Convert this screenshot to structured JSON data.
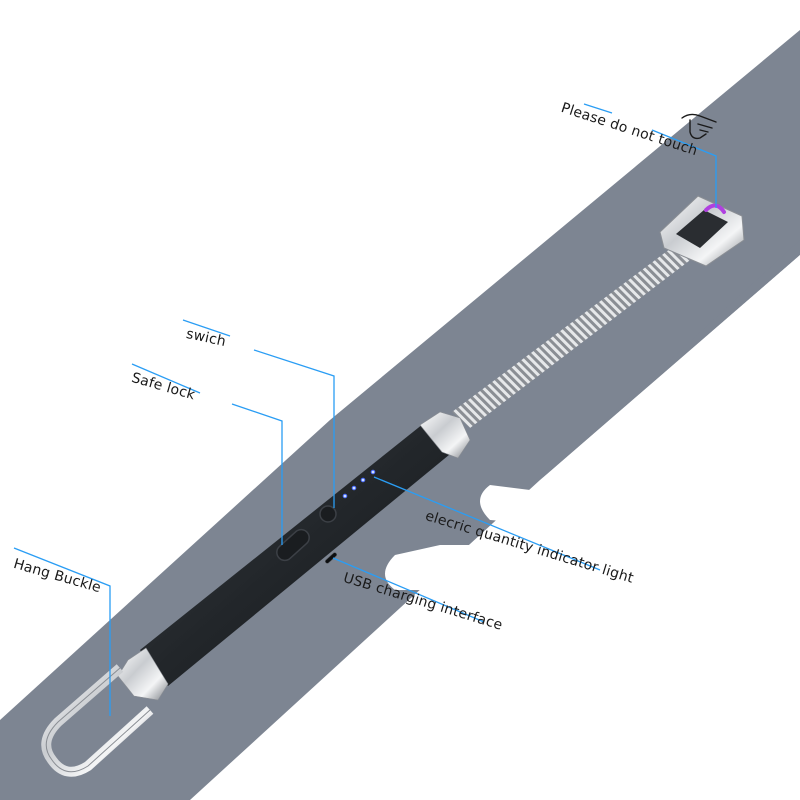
{
  "image": {
    "subject": "USB rechargeable electric arc lighter with flexible neck",
    "background_color": "#ffffff",
    "band_color": "#7d8592",
    "leader_line_color": "#2a9df4",
    "arc_color": "#b040e0",
    "indicator_color": "#4a6cff"
  },
  "labels": {
    "please_do_not_touch": "Please do not touch",
    "switch": "swich",
    "safe_lock": "Safe lock",
    "indicator_light": "elecric quantity indicator light",
    "usb_interface": "USB charging interface",
    "hang_buckle": "Hang Buckle"
  },
  "icons": {
    "warning_hand": "pointing-hand-icon"
  },
  "indicator_leds": 4
}
